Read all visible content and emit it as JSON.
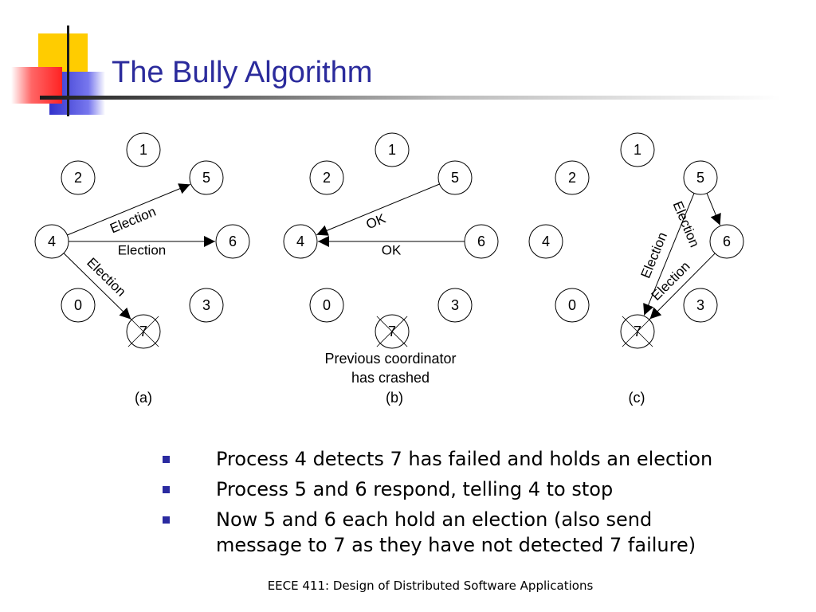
{
  "slide": {
    "title": "The Bully Algorithm",
    "footer": "EECE 411: Design of Distributed Software Applications",
    "accent_colors": {
      "title": "#2b2b9c",
      "bullet": "#2a2aa0",
      "deco_yellow": "#ffcc00",
      "deco_blue": "#3333cc",
      "deco_red": "#ff3333"
    }
  },
  "diagram": {
    "panels": [
      {
        "caption": "(a)",
        "nodes": [
          "1",
          "2",
          "5",
          "4",
          "6",
          "0",
          "3",
          "7"
        ],
        "crashed_node": "7",
        "edges": [
          {
            "from": "4",
            "to": "5",
            "label": "Election"
          },
          {
            "from": "4",
            "to": "6",
            "label": "Election"
          },
          {
            "from": "4",
            "to": "7",
            "label": "Election"
          }
        ]
      },
      {
        "caption": "(b)",
        "nodes": [
          "1",
          "2",
          "5",
          "4",
          "6",
          "0",
          "3",
          "7"
        ],
        "crashed_node": "7",
        "note_lines": [
          "Previous coordinator",
          "has crashed"
        ],
        "edges": [
          {
            "from": "5",
            "to": "4",
            "label": "OK"
          },
          {
            "from": "6",
            "to": "4",
            "label": "OK"
          }
        ]
      },
      {
        "caption": "(c)",
        "nodes": [
          "1",
          "2",
          "5",
          "4",
          "6",
          "0",
          "3",
          "7"
        ],
        "crashed_node": "7",
        "edges": [
          {
            "from": "5",
            "to": "6",
            "label": "Election"
          },
          {
            "from": "5",
            "to": "7",
            "label": "Election"
          },
          {
            "from": "6",
            "to": "7",
            "label": "Election"
          }
        ]
      }
    ]
  },
  "bullets": [
    {
      "lines": [
        "Process 4 detects 7 has failed and holds an election"
      ]
    },
    {
      "lines": [
        "Process 5 and 6 respond, telling 4 to stop"
      ]
    },
    {
      "lines": [
        "Now 5 and 6 each hold an election (also send",
        "message to 7 as they have not detected 7 failure)"
      ]
    }
  ]
}
